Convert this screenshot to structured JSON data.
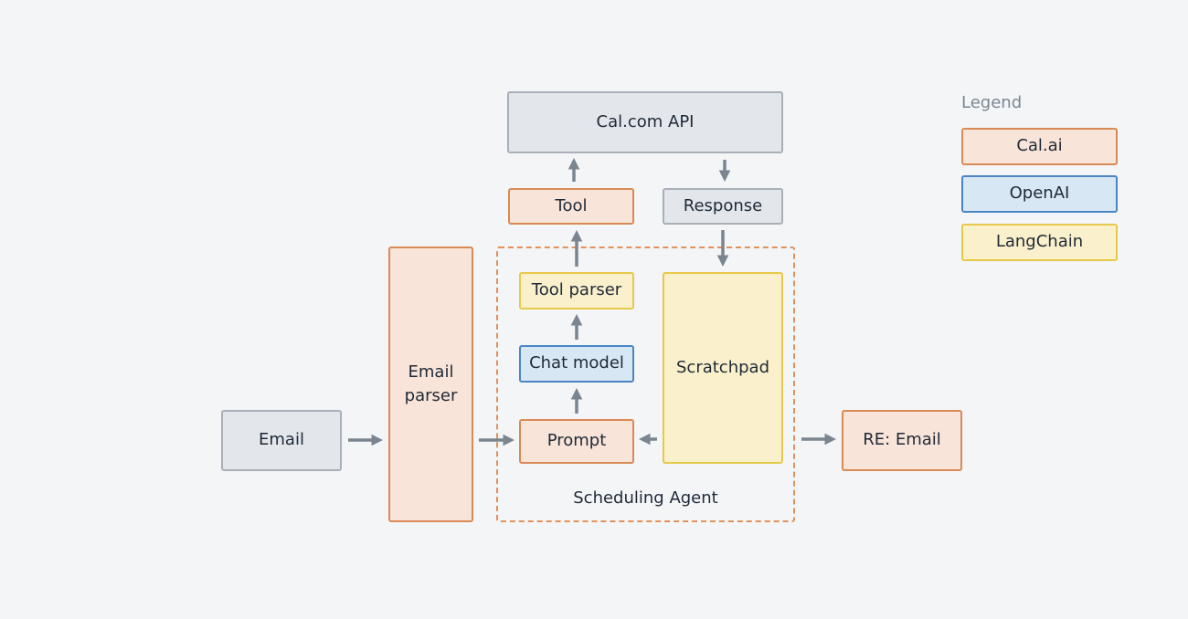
{
  "nodes": {
    "email": "Email",
    "email_parser": "Email\nparser",
    "cal_api": "Cal.com API",
    "tool": "Tool",
    "response": "Response",
    "tool_parser": "Tool parser",
    "chat_model": "Chat model",
    "prompt": "Prompt",
    "scratchpad": "Scratchpad",
    "re_email": "RE: Email"
  },
  "group": {
    "label": "Scheduling Agent"
  },
  "legend": {
    "title": "Legend",
    "items": [
      {
        "label": "Cal.ai",
        "color": "#f8e4d8",
        "border": "#d98a56"
      },
      {
        "label": "OpenAI",
        "color": "#d8e7f4",
        "border": "#4a86c5"
      },
      {
        "label": "LangChain",
        "color": "#fbf0cc",
        "border": "#e7c94a"
      }
    ]
  },
  "colors": {
    "background": "#f3f5f7",
    "neutral_fill": "#e3e7eb",
    "arrow": "#7b8590",
    "group_dash": "#e3915a"
  }
}
